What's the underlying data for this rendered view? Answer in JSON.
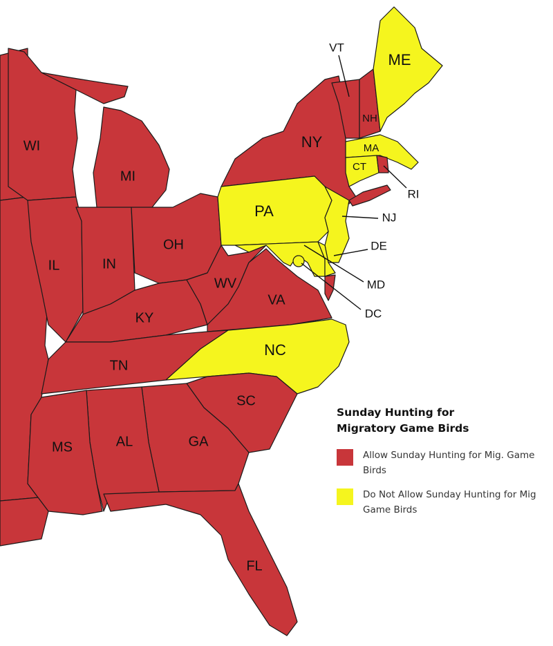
{
  "colors": {
    "allow": "#c8363a",
    "not_allow": "#f5f51e",
    "border": "#1a1a1a"
  },
  "legend": {
    "title_line1": "Sunday Hunting for",
    "title_line2": "Migratory Game Birds",
    "items": [
      {
        "label": "Allow Sunday Hunting for Mig. Game Birds",
        "color": "#c8363a"
      },
      {
        "label": "Do Not Allow Sunday Hunting for Mig Game Birds",
        "color": "#f5f51e"
      }
    ]
  },
  "states": {
    "WI": {
      "label": "WI",
      "status": "allow"
    },
    "MI": {
      "label": "MI",
      "status": "allow"
    },
    "IL": {
      "label": "IL",
      "status": "allow"
    },
    "IN": {
      "label": "IN",
      "status": "allow"
    },
    "OH": {
      "label": "OH",
      "status": "allow"
    },
    "KY": {
      "label": "KY",
      "status": "allow"
    },
    "WV": {
      "label": "WV",
      "status": "allow"
    },
    "VA": {
      "label": "VA",
      "status": "allow"
    },
    "TN": {
      "label": "TN",
      "status": "allow"
    },
    "NC": {
      "label": "NC",
      "status": "not_allow"
    },
    "SC": {
      "label": "SC",
      "status": "allow"
    },
    "GA": {
      "label": "GA",
      "status": "allow"
    },
    "AL": {
      "label": "AL",
      "status": "allow"
    },
    "MS": {
      "label": "MS",
      "status": "allow"
    },
    "FL": {
      "label": "FL",
      "status": "allow"
    },
    "NY": {
      "label": "NY",
      "status": "allow"
    },
    "PA": {
      "label": "PA",
      "status": "not_allow"
    },
    "NJ": {
      "label": "NJ",
      "status": "not_allow"
    },
    "DE": {
      "label": "DE",
      "status": "not_allow"
    },
    "MD": {
      "label": "MD",
      "status": "not_allow"
    },
    "DC": {
      "label": "DC",
      "status": "not_allow"
    },
    "VT": {
      "label": "VT",
      "status": "allow"
    },
    "NH": {
      "label": "NH",
      "status": "allow"
    },
    "ME": {
      "label": "ME",
      "status": "not_allow"
    },
    "MA": {
      "label": "MA",
      "status": "not_allow"
    },
    "CT": {
      "label": "CT",
      "status": "not_allow"
    },
    "RI": {
      "label": "RI",
      "status": "allow"
    }
  }
}
